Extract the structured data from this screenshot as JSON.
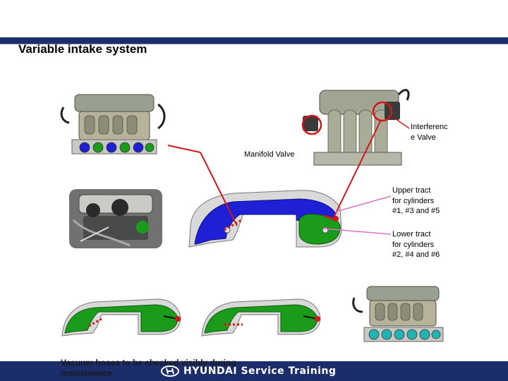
{
  "title": "Variable intake system",
  "labels": {
    "interference_valve": [
      "Interferenc",
      "e Valve"
    ],
    "manifold_valve": "Manifold Valve",
    "upper_tract": [
      "Upper tract",
      "for cylinders",
      "#1, #3 and #5"
    ],
    "lower_tract": [
      "Lower tract",
      "for cylinders",
      "#2, #4 and #6"
    ]
  },
  "footer_note": "Vacuum hoses to be checked visibly during maintenance",
  "footer_brand": "HYUNDAI Service Training",
  "colors": {
    "header_bar": "#1c2d6b",
    "upper_tract": "#1f1fd6",
    "lower_tract": "#1a9b1a",
    "pointer_red": "#d01818",
    "pointer_pink": "#e070d0",
    "port_cyan": "#22b3b3"
  }
}
